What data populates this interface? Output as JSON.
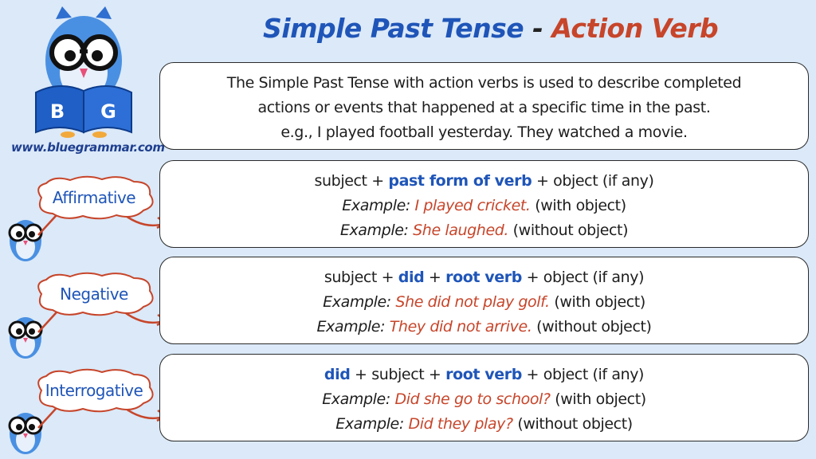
{
  "header": {
    "title_part1": "Simple Past Tense",
    "title_separator": "-",
    "title_part2": "Action Verb",
    "website": "www.bluegrammar.com",
    "logo_letters": [
      "B",
      "G"
    ]
  },
  "intro": {
    "line1": "The Simple Past Tense with action verbs is used to describe completed",
    "line2": "actions or events that happened at a specific time in the past.",
    "line3": "e.g., I played football yesterday. They watched a movie."
  },
  "sections": [
    {
      "label": "Affirmative",
      "formula": {
        "a": "subject + ",
        "k1": "past form of verb",
        "b": " + object (if any)"
      },
      "example1": {
        "prefix": "Example:",
        "text": "I played cricket.",
        "note": "(with object)"
      },
      "example2": {
        "prefix": "Example:",
        "text": "She laughed.",
        "note": "(without object)"
      }
    },
    {
      "label": "Negative",
      "formula": {
        "a": "subject + ",
        "k1": "did",
        "b": " + ",
        "k2": "root verb",
        "c": " + object (if any)"
      },
      "example1": {
        "prefix": "Example:",
        "text": "She did not play golf.",
        "note": "(with object)"
      },
      "example2": {
        "prefix": "Example:",
        "text": "They did not arrive.",
        "note": "(without object)"
      }
    },
    {
      "label": "Interrogative",
      "formula": {
        "k1": "did",
        "a": " + subject + ",
        "k2": "root verb",
        "b": " + object (if any)"
      },
      "example1": {
        "prefix": "Example:",
        "text": "Did she go to school?",
        "note": "(with object)"
      },
      "example2": {
        "prefix": "Example:",
        "text": "Did they play?",
        "note": "(without object)"
      }
    }
  ],
  "colors": {
    "keyword_blue": "#1f55b8",
    "example_red": "#c7452a",
    "background": "#dbe9f8"
  }
}
